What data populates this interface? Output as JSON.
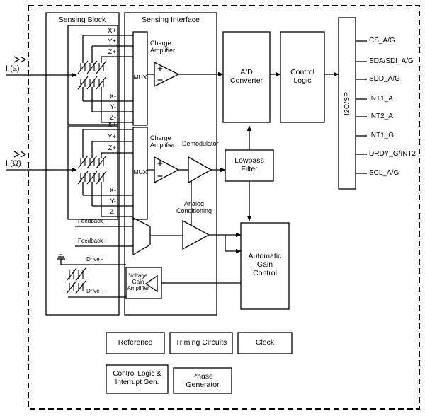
{
  "colors": {
    "line": "#000000",
    "background": "#ffffff"
  },
  "inputs": {
    "accel": "I (a)",
    "gyro": "I (Ω)"
  },
  "sensing_block": {
    "title": "Sensing Block",
    "accel_terminals": [
      "X+",
      "Y+",
      "Z+",
      "X-",
      "Y-",
      "Z-"
    ],
    "gyro_terminals": [
      "X+",
      "Y+",
      "Z+",
      "X-",
      "Y-",
      "Z-"
    ],
    "feedback": {
      "fb_plus": "Feedback +",
      "fb_minus": "Feedback -",
      "drive_minus": "Drive -",
      "drive_plus": "Drive +"
    }
  },
  "sensing_interface": {
    "title": "Sensing Interface",
    "mux1": "MUX",
    "mux2": "MUX",
    "charge_amp1": "Charge Amplifier",
    "charge_amp2": "Charge Amplifier",
    "demodulator": "Demodulator",
    "analog_conditioning": "Analog Conditioning",
    "voltage_gain_amplifier": "Voltage Gain Amplifier"
  },
  "blocks": {
    "adc": "A/D Converter",
    "control_logic": "Control Logic",
    "interface_bus": "I2C/SPI",
    "lowpass_filter": "Lowpass Filter",
    "agc": "Automatic Gain Control",
    "reference": "Reference",
    "triming_circuits": "Triming Circuits",
    "clock": "Clock",
    "control_logic_interrupt": "Control Logic & Interrupt Gen.",
    "phase_generator": "Phase Generator"
  },
  "pins": [
    "CS_A/G",
    "SDA/SDI_A/G",
    "SDD_A/G",
    "INT1_A",
    "INT2_A",
    "INT1_G",
    "DRDY_G/INT2",
    "SCL_A/G"
  ]
}
